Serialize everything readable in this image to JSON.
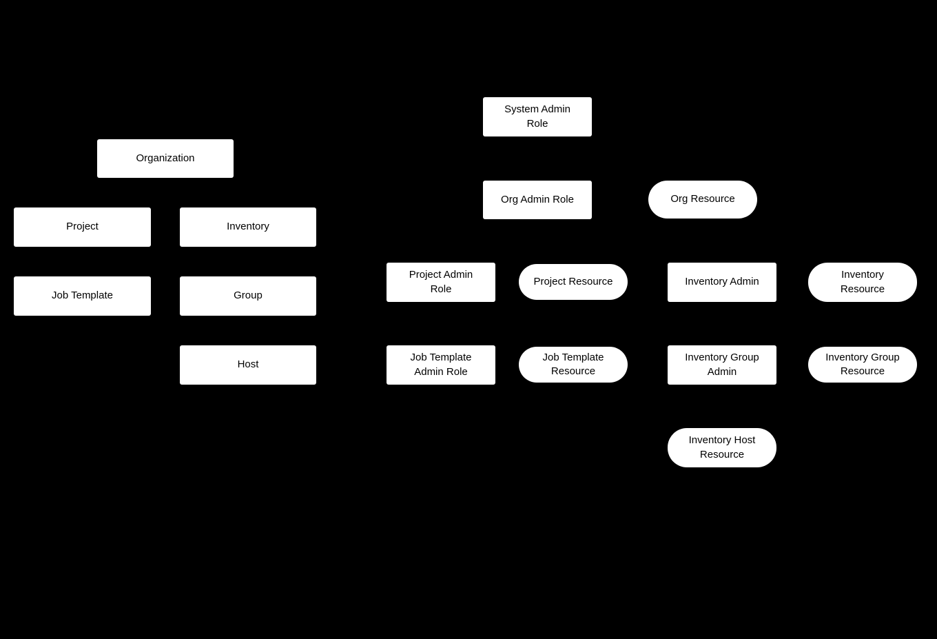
{
  "diagram": {
    "title": "Role-Based Access Control hierarchy diagram",
    "colors": {
      "background": "#000000",
      "node_fill": "#ffffff",
      "node_text": "#000000"
    },
    "nodes": {
      "organization": {
        "label": "Organization",
        "shape": "rectangle"
      },
      "project": {
        "label": "Project",
        "shape": "rectangle"
      },
      "inventory": {
        "label": "Inventory",
        "shape": "rectangle"
      },
      "job_template": {
        "label": "Job Template",
        "shape": "rectangle"
      },
      "group": {
        "label": "Group",
        "shape": "rectangle"
      },
      "host": {
        "label": "Host",
        "shape": "rectangle"
      },
      "system_admin_role": {
        "label": "System Admin\nRole",
        "shape": "rectangle"
      },
      "org_admin_role": {
        "label": "Org Admin Role",
        "shape": "rectangle"
      },
      "org_resource": {
        "label": "Org Resource",
        "shape": "stadium"
      },
      "project_admin_role": {
        "label": "Project Admin\nRole",
        "shape": "rectangle"
      },
      "project_resource": {
        "label": "Project Resource",
        "shape": "stadium"
      },
      "inventory_admin": {
        "label": "Inventory Admin",
        "shape": "rectangle"
      },
      "inventory_resource": {
        "label": "Inventory\nResource",
        "shape": "stadium"
      },
      "job_template_admin_role": {
        "label": "Job Template\nAdmin Role",
        "shape": "rectangle"
      },
      "job_template_resource": {
        "label": "Job Template\nResource",
        "shape": "stadium"
      },
      "inventory_group_admin": {
        "label": "Inventory Group\nAdmin",
        "shape": "rectangle"
      },
      "inventory_group_resource": {
        "label": "Inventory Group\nResource",
        "shape": "stadium"
      },
      "inventory_host_resource": {
        "label": "Inventory Host\nResource",
        "shape": "stadium"
      }
    }
  }
}
